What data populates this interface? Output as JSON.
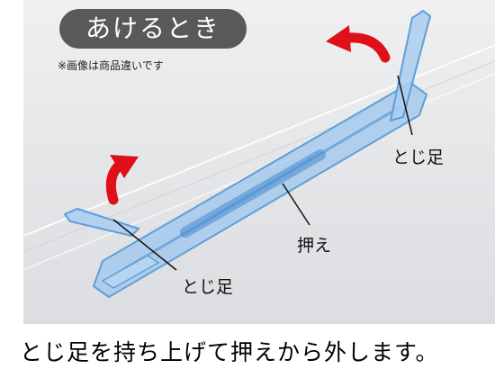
{
  "badge": {
    "title": "あけるとき"
  },
  "note": "※画像は商品違いです",
  "labels": {
    "leg_top": "とじ足",
    "press": "押え",
    "leg_bottom": "とじ足"
  },
  "caption": "とじ足を持ち上げて押えから外します。",
  "colors": {
    "arrow": "#e0101a",
    "badge_bg": "#595959",
    "fastener": "#7fb3e6"
  },
  "icons": [
    "curved-arrow-left-icon",
    "curved-arrow-up-icon"
  ]
}
